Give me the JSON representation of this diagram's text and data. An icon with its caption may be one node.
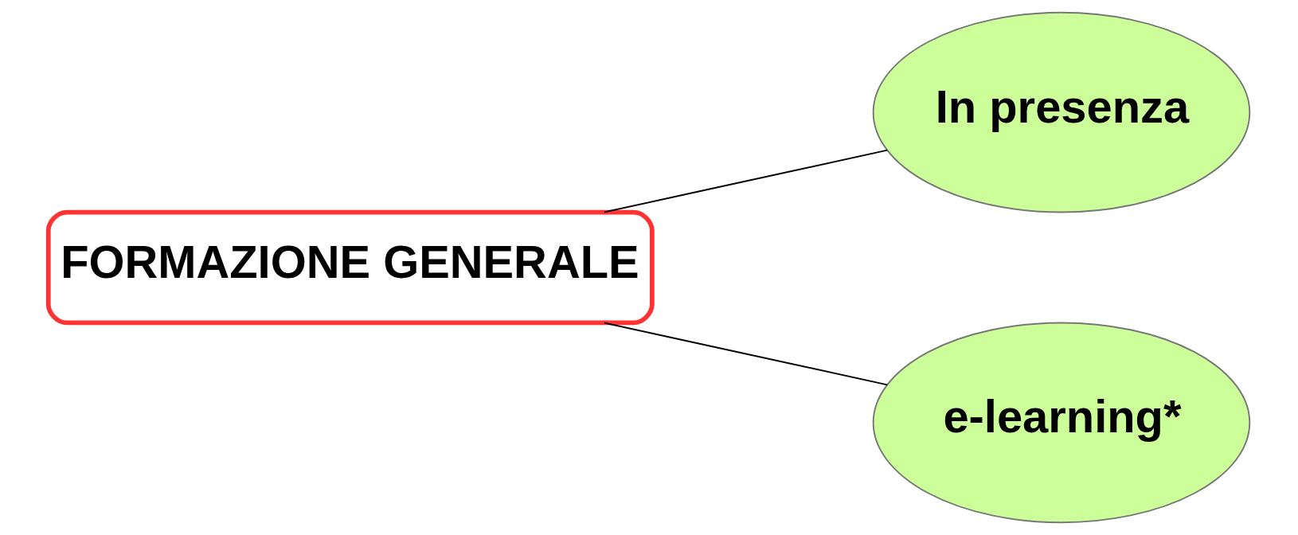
{
  "diagram": {
    "nodes": [
      {
        "text": [
          "FORMAZIONE GENERALE"
        ]
      },
      {
        "text": [
          "In presenza"
        ]
      },
      {
        "text": [
          "e-learning*"
        ]
      }
    ],
    "edges": [
      {
        "from": 0,
        "to": 1,
        "arrow": "none"
      },
      {
        "from": 0,
        "to": 2,
        "arrow": "none"
      }
    ]
  }
}
